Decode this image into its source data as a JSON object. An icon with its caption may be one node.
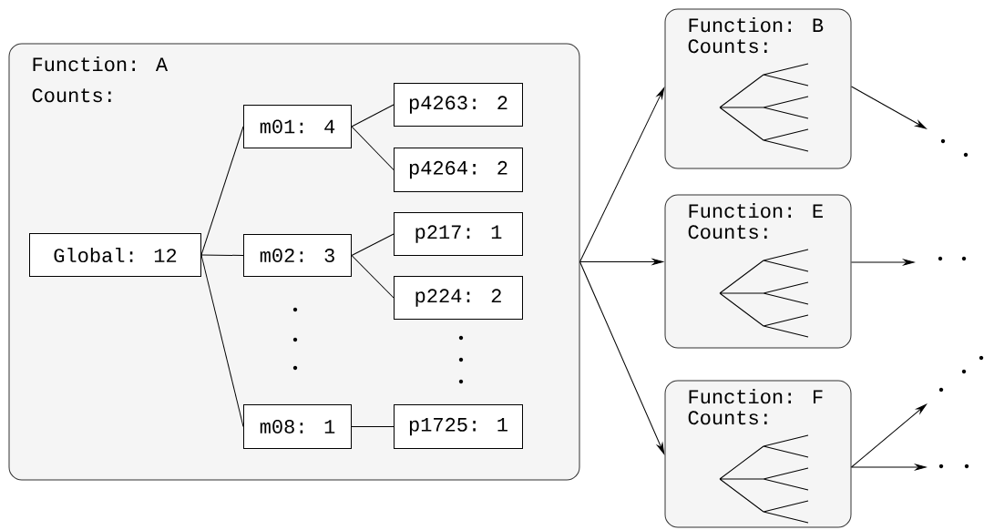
{
  "diagram": {
    "nodes": [
      {
        "text": [
          "Function: A",
          "Counts:"
        ]
      },
      {
        "text": [
          "Global: 12"
        ],
        "in": 0
      },
      {
        "text": [
          "m01: 4"
        ],
        "in": 0
      },
      {
        "text": [
          "m02: 3"
        ],
        "in": 0
      },
      {
        "text": [
          "m08: 1"
        ],
        "in": 0
      },
      {
        "text": [
          "p4263: 2"
        ],
        "in": 0
      },
      {
        "text": [
          "p4264: 2"
        ],
        "in": 0
      },
      {
        "text": [
          "p217: 1"
        ],
        "in": 0
      },
      {
        "text": [
          "p224: 2"
        ],
        "in": 0
      },
      {
        "text": [
          "p1725: 1"
        ],
        "in": 0
      },
      {
        "text": [
          "Function: B",
          "Counts:"
        ]
      },
      {
        "text": [
          "Function: E",
          "Counts:"
        ]
      },
      {
        "text": [
          "Function: F",
          "Counts:"
        ]
      }
    ],
    "edges": [
      {
        "from": 1,
        "to": 2,
        "arrow": "none"
      },
      {
        "from": 1,
        "to": 3,
        "arrow": "none"
      },
      {
        "from": 1,
        "to": 4,
        "arrow": "none"
      },
      {
        "from": 2,
        "to": 5,
        "arrow": "none"
      },
      {
        "from": 2,
        "to": 6,
        "arrow": "none"
      },
      {
        "from": 3,
        "to": 7,
        "arrow": "none"
      },
      {
        "from": 3,
        "to": 8,
        "arrow": "none"
      },
      {
        "from": 4,
        "to": 9,
        "arrow": "none"
      },
      {
        "from": 0,
        "to": 10,
        "arrow": "to"
      },
      {
        "from": 0,
        "to": 11,
        "arrow": "to"
      },
      {
        "from": 0,
        "to": 12,
        "arrow": "to"
      },
      {
        "from": 10,
        "to": null,
        "arrow": "to"
      },
      {
        "from": 11,
        "to": null,
        "arrow": "to"
      },
      {
        "from": 12,
        "to": null,
        "arrow": "to"
      },
      {
        "from": 12,
        "to": null,
        "arrow": "to"
      }
    ]
  }
}
